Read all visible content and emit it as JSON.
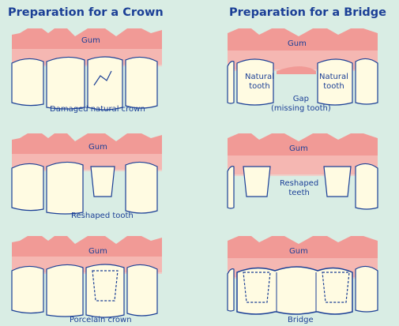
{
  "headings": {
    "crown": "Preparation for a Crown",
    "bridge": "Preparation for a Bridge"
  },
  "crown_panels": [
    {
      "gum": "Gum",
      "caption": "Damaged natural crown"
    },
    {
      "gum": "Gum",
      "caption": "Reshaped tooth"
    },
    {
      "gum": "Gum",
      "caption": "Porcelain crown"
    }
  ],
  "bridge_panels": [
    {
      "gum": "Gum",
      "left_tooth": "Natural tooth",
      "left_tooth_l1": "Natural",
      "left_tooth_l2": "tooth",
      "right_tooth_l1": "Natural",
      "right_tooth_l2": "tooth",
      "gap_l1": "Gap",
      "gap_l2": "(missing tooth)"
    },
    {
      "gum": "Gum",
      "caption_l1": "Reshaped",
      "caption_l2": "teeth"
    },
    {
      "gum": "Gum",
      "caption": "Bridge"
    }
  ],
  "colors": {
    "background": "#d9ede4",
    "gum": "#f19a96",
    "gum_light": "#f7c3bd",
    "tooth": "#fffbe2",
    "outline": "#1b3f96"
  }
}
